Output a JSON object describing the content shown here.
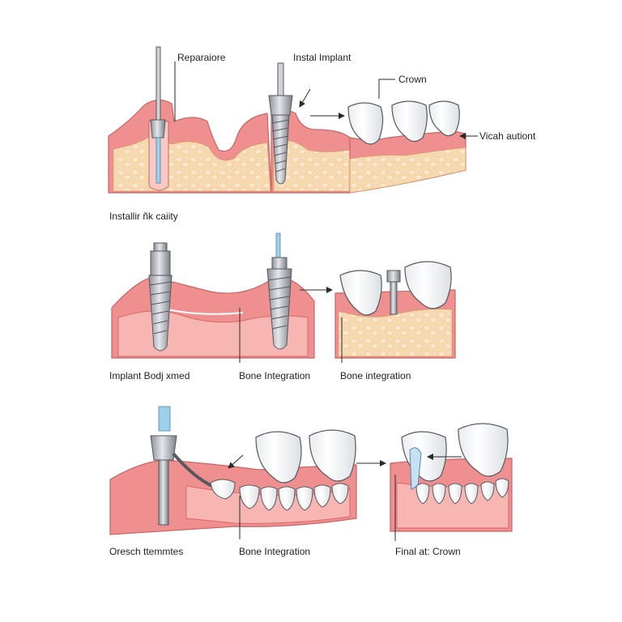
{
  "labels": {
    "preparation": "Reparaiore",
    "install_implant": "Instal Implant",
    "crown_top": "Crown",
    "vision_adjust": "Vicah autiont",
    "install_cavity": "Installir ñk caiity",
    "implant_body": "Implant Bodj xmed",
    "bone_integration_mid_1": "Bone Integration",
    "bone_integration_mid_2": "Bone integration",
    "oresch": "Oresch ttemmtes",
    "bone_integration_bottom": "Bone Integration",
    "final_crown": "Final at: Crown"
  },
  "colors": {
    "gum": "#ef8f8f",
    "gum_light": "#f7b6b2",
    "gum_dark": "#d86868",
    "bone": "#f7d9b0",
    "bone_cell": "#fbe7cc",
    "tooth": "#ffffff",
    "tooth_shadow": "#e4e6ea",
    "metal": "#b9bcc2",
    "metal_dark": "#6e727a",
    "tool_blue": "#8fc3e0",
    "outline": "#3a3a3a"
  }
}
